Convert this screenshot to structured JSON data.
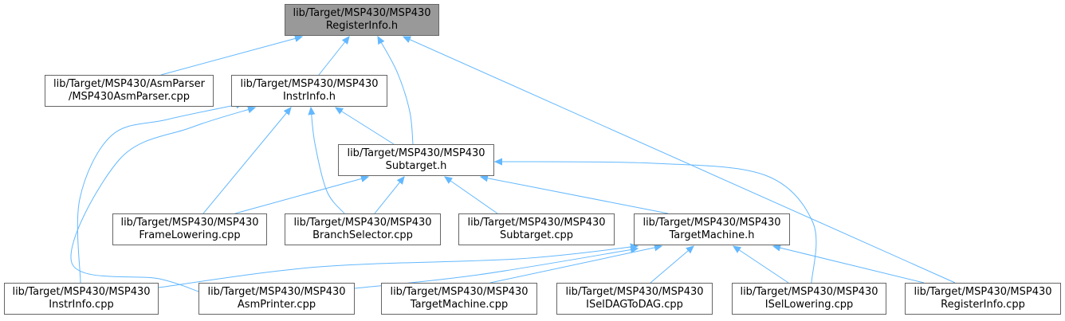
{
  "diagram": {
    "edge_color": "#63b8ff",
    "nodes": [
      {
        "id": "reginfo_h",
        "lines": [
          "lib/Target/MSP430/MSP430",
          "RegisterInfo.h"
        ],
        "root": true
      },
      {
        "id": "asmparser_cpp",
        "lines": [
          "lib/Target/MSP430/AsmParser",
          "/MSP430AsmParser.cpp"
        ]
      },
      {
        "id": "instrinfo_h",
        "lines": [
          "lib/Target/MSP430/MSP430",
          "InstrInfo.h"
        ]
      },
      {
        "id": "subtarget_h",
        "lines": [
          "lib/Target/MSP430/MSP430",
          "Subtarget.h"
        ]
      },
      {
        "id": "framelowering_cpp",
        "lines": [
          "lib/Target/MSP430/MSP430",
          "FrameLowering.cpp"
        ]
      },
      {
        "id": "branchselector_cpp",
        "lines": [
          "lib/Target/MSP430/MSP430",
          "BranchSelector.cpp"
        ]
      },
      {
        "id": "subtarget_cpp",
        "lines": [
          "lib/Target/MSP430/MSP430",
          "Subtarget.cpp"
        ]
      },
      {
        "id": "targetmachine_h",
        "lines": [
          "lib/Target/MSP430/MSP430",
          "TargetMachine.h"
        ]
      },
      {
        "id": "instrinfo_cpp",
        "lines": [
          "lib/Target/MSP430/MSP430",
          "InstrInfo.cpp"
        ]
      },
      {
        "id": "asmprinter_cpp",
        "lines": [
          "lib/Target/MSP430/MSP430",
          "AsmPrinter.cpp"
        ]
      },
      {
        "id": "targetmachine_cpp",
        "lines": [
          "lib/Target/MSP430/MSP430",
          "TargetMachine.cpp"
        ]
      },
      {
        "id": "iseldagtodag_cpp",
        "lines": [
          "lib/Target/MSP430/MSP430",
          "ISelDAGToDAG.cpp"
        ]
      },
      {
        "id": "isellowering_cpp",
        "lines": [
          "lib/Target/MSP430/MSP430",
          "ISelLowering.cpp"
        ]
      },
      {
        "id": "reginfo_cpp",
        "lines": [
          "lib/Target/MSP430/MSP430",
          "RegisterInfo.cpp"
        ]
      }
    ],
    "edges": [
      {
        "from": "asmparser_cpp",
        "to": "reginfo_h"
      },
      {
        "from": "instrinfo_h",
        "to": "reginfo_h"
      },
      {
        "from": "subtarget_h",
        "to": "reginfo_h"
      },
      {
        "from": "reginfo_cpp",
        "to": "reginfo_h"
      },
      {
        "from": "subtarget_h",
        "to": "instrinfo_h"
      },
      {
        "from": "framelowering_cpp",
        "to": "instrinfo_h"
      },
      {
        "from": "branchselector_cpp",
        "to": "instrinfo_h"
      },
      {
        "from": "instrinfo_cpp",
        "to": "instrinfo_h"
      },
      {
        "from": "asmprinter_cpp",
        "to": "instrinfo_h"
      },
      {
        "from": "framelowering_cpp",
        "to": "subtarget_h"
      },
      {
        "from": "branchselector_cpp",
        "to": "subtarget_h"
      },
      {
        "from": "subtarget_cpp",
        "to": "subtarget_h"
      },
      {
        "from": "targetmachine_h",
        "to": "subtarget_h"
      },
      {
        "from": "isellowering_cpp",
        "to": "subtarget_h"
      },
      {
        "from": "instrinfo_cpp",
        "to": "targetmachine_h"
      },
      {
        "from": "asmprinter_cpp",
        "to": "targetmachine_h"
      },
      {
        "from": "targetmachine_cpp",
        "to": "targetmachine_h"
      },
      {
        "from": "iseldagtodag_cpp",
        "to": "targetmachine_h"
      },
      {
        "from": "isellowering_cpp",
        "to": "targetmachine_h"
      },
      {
        "from": "reginfo_cpp",
        "to": "targetmachine_h"
      }
    ]
  }
}
